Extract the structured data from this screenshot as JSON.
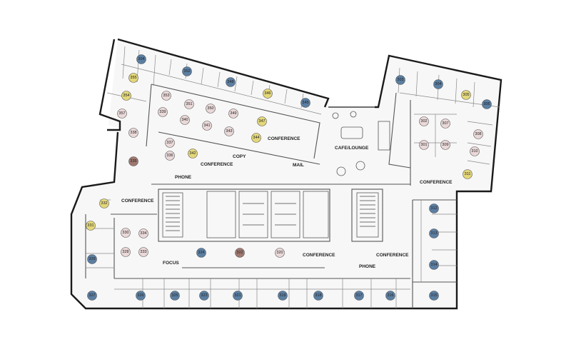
{
  "colors": {
    "wall": "#1a1a1a",
    "line": "#6f6f6f",
    "blue": "#5b7fa3",
    "yellow": "#e3d77a",
    "pink": "#ead8d8",
    "brown": "#a07870",
    "text": "#222222"
  },
  "labels": {
    "conference": "CONFERENCE",
    "cafe": "CAFE/LOUNGE",
    "copy": "COPY",
    "mail": "MAIL",
    "phone": "PHONE",
    "focus": "FOCUS"
  },
  "offices": [
    {
      "id": "304",
      "status": "blue"
    },
    {
      "id": "352",
      "status": "blue"
    },
    {
      "id": "348",
      "status": "blue"
    },
    {
      "id": "346",
      "status": "yellow"
    },
    {
      "id": "345",
      "status": "blue"
    },
    {
      "id": "355",
      "status": "yellow"
    },
    {
      "id": "354",
      "status": "yellow"
    },
    {
      "id": "357",
      "status": "pink"
    },
    {
      "id": "353",
      "status": "pink"
    },
    {
      "id": "351",
      "status": "pink"
    },
    {
      "id": "350",
      "status": "pink"
    },
    {
      "id": "349",
      "status": "pink"
    },
    {
      "id": "347",
      "status": "yellow"
    },
    {
      "id": "339",
      "status": "pink"
    },
    {
      "id": "340",
      "status": "pink"
    },
    {
      "id": "341",
      "status": "pink"
    },
    {
      "id": "343",
      "status": "pink"
    },
    {
      "id": "344",
      "status": "yellow"
    },
    {
      "id": "338",
      "status": "pink"
    },
    {
      "id": "335",
      "status": "brown"
    },
    {
      "id": "337",
      "status": "pink"
    },
    {
      "id": "336",
      "status": "pink"
    },
    {
      "id": "342",
      "status": "yellow"
    },
    {
      "id": "303",
      "status": "blue"
    },
    {
      "id": "304",
      "status": "blue"
    },
    {
      "id": "305",
      "status": "yellow"
    },
    {
      "id": "306",
      "status": "blue"
    },
    {
      "id": "302",
      "status": "pink"
    },
    {
      "id": "307",
      "status": "pink"
    },
    {
      "id": "301",
      "status": "pink"
    },
    {
      "id": "309",
      "status": "pink"
    },
    {
      "id": "308",
      "status": "pink"
    },
    {
      "id": "310",
      "status": "pink"
    },
    {
      "id": "311",
      "status": "yellow"
    },
    {
      "id": "332",
      "status": "yellow"
    },
    {
      "id": "331",
      "status": "yellow"
    },
    {
      "id": "330",
      "status": "pink"
    },
    {
      "id": "334",
      "status": "pink"
    },
    {
      "id": "328",
      "status": "pink"
    },
    {
      "id": "333",
      "status": "pink"
    },
    {
      "id": "329",
      "status": "blue"
    },
    {
      "id": "327",
      "status": "blue"
    },
    {
      "id": "326",
      "status": "blue"
    },
    {
      "id": "325",
      "status": "blue"
    },
    {
      "id": "323",
      "status": "blue"
    },
    {
      "id": "321",
      "status": "blue"
    },
    {
      "id": "319",
      "status": "blue"
    },
    {
      "id": "318",
      "status": "blue"
    },
    {
      "id": "317",
      "status": "blue"
    },
    {
      "id": "316",
      "status": "blue"
    },
    {
      "id": "315",
      "status": "blue"
    },
    {
      "id": "314",
      "status": "blue"
    },
    {
      "id": "313",
      "status": "blue"
    },
    {
      "id": "312",
      "status": "blue"
    },
    {
      "id": "324",
      "status": "blue"
    },
    {
      "id": "322",
      "status": "brown"
    },
    {
      "id": "320",
      "status": "pink"
    }
  ]
}
